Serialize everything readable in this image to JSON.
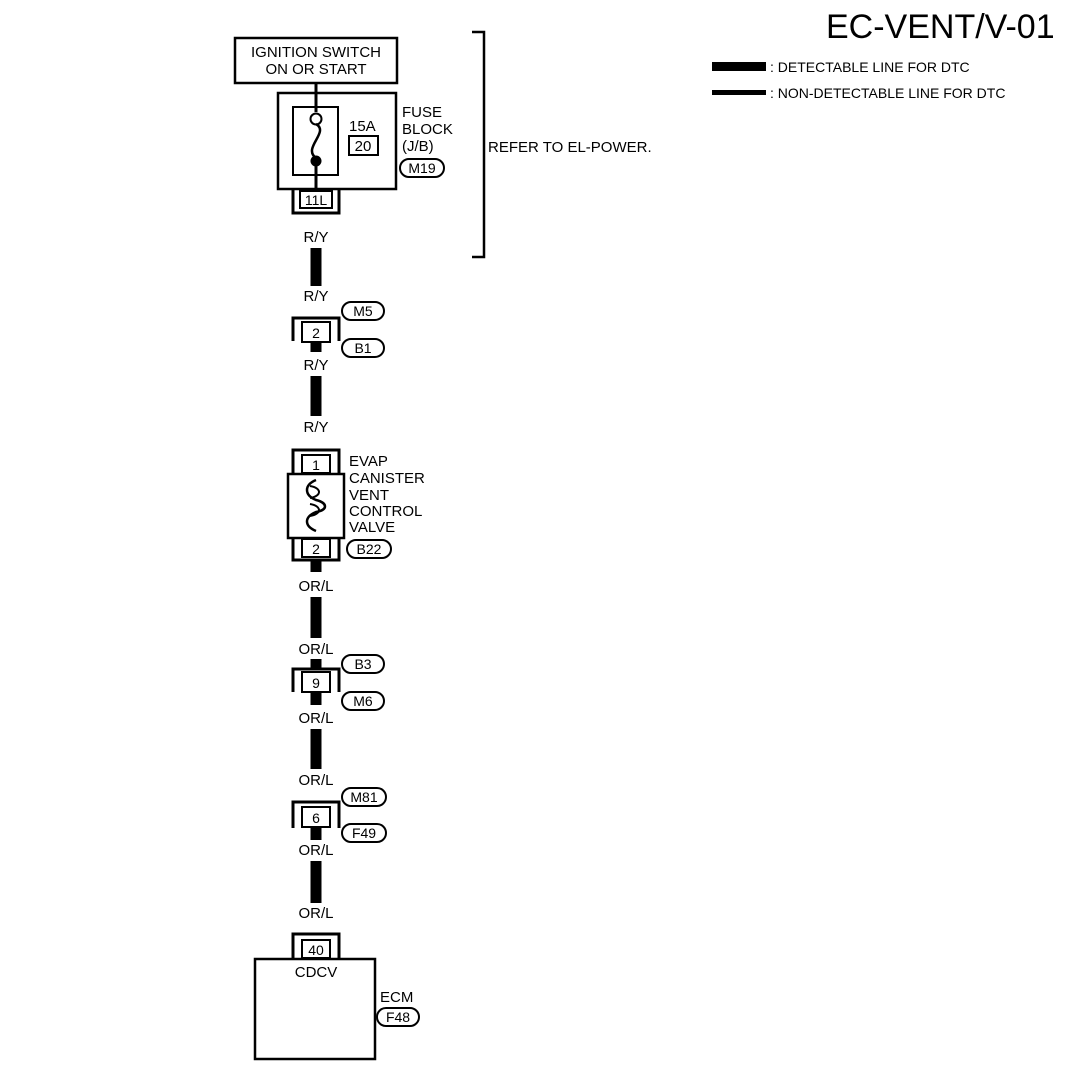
{
  "title": "EC-VENT/V-01",
  "legend": {
    "detectable": ": DETECTABLE LINE FOR DTC",
    "non_detectable": ": NON-DETECTABLE LINE FOR DTC"
  },
  "ignition": {
    "line1": "IGNITION SWITCH",
    "line2": "ON OR START"
  },
  "fuse": {
    "amp": "15A",
    "number": "20",
    "label1": "FUSE",
    "label2": "BLOCK",
    "label3": "(J/B)",
    "connector": "M19",
    "terminal": "11L"
  },
  "bracket_note": "REFER TO EL-POWER.",
  "wires": {
    "ry_1": "R/Y",
    "ry_2": "R/Y",
    "ry_3": "R/Y",
    "ry_4": "R/Y",
    "orl_1": "OR/L",
    "orl_2": "OR/L",
    "orl_3": "OR/L",
    "orl_4": "OR/L",
    "orl_5": "OR/L",
    "orl_6": "OR/L"
  },
  "conn_m5_b1": {
    "pin": "2",
    "top": "M5",
    "bottom": "B1"
  },
  "valve": {
    "pin_top": "1",
    "pin_bottom": "2",
    "label1": "EVAP",
    "label2": "CANISTER",
    "label3": "VENT",
    "label4": "CONTROL",
    "label5": "VALVE",
    "connector": "B22"
  },
  "conn_b3_m6": {
    "pin": "9",
    "top": "B3",
    "bottom": "M6"
  },
  "conn_m81_f49": {
    "pin": "6",
    "top": "M81",
    "bottom": "F49"
  },
  "ecm": {
    "pin": "40",
    "terminal_name": "CDCV",
    "label": "ECM",
    "connector": "F48"
  }
}
